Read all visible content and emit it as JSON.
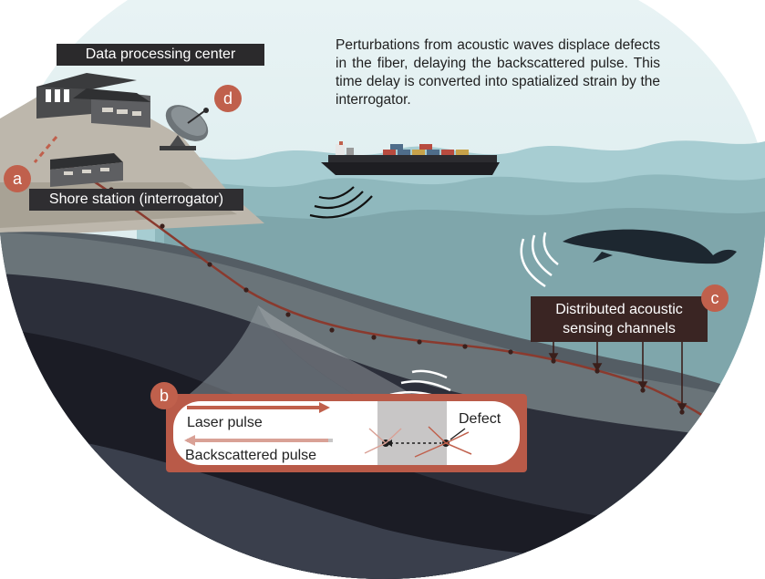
{
  "description": "Perturbations from acoustic waves displace defects in the fiber, delaying the backscattered pulse. This time delay is converted into spatialized strain by the interrogator.",
  "labels": {
    "data_center": "Data processing center",
    "shore_station": "Shore station (interrogator)",
    "das_channels_line1": "Distributed acoustic",
    "das_channels_line2": "sensing channels",
    "laser_pulse": "Laser pulse",
    "backscattered_pulse": "Backscattered pulse",
    "defect": "Defect"
  },
  "markers": {
    "a": "a",
    "b": "b",
    "c": "c",
    "d": "d"
  },
  "colors": {
    "accent": "#c0604c",
    "cable": "#8a3a2e",
    "sky": "#d9ecef",
    "sea_surface": "#9cc6cb",
    "sea_deep": "#6e8f93",
    "seafloor_dark": "#1c1d26",
    "label_box": "#2b2a2c",
    "das_box": "#3a2523"
  },
  "icons": [
    "satellite-dish-icon",
    "cargo-ship-icon",
    "whale-icon",
    "building-icon",
    "sound-wave-icon"
  ]
}
